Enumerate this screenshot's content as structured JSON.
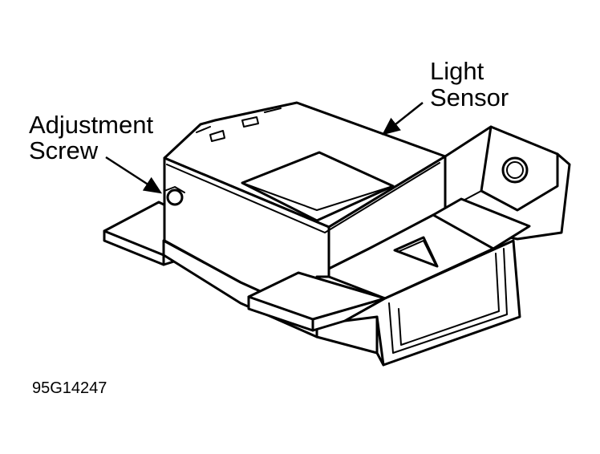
{
  "labels": {
    "light_sensor_line1": "Light",
    "light_sensor_line2": "Sensor",
    "adjustment_screw_line1": "Adjustment",
    "adjustment_screw_line2": "Screw"
  },
  "figure_code": "95G14247"
}
